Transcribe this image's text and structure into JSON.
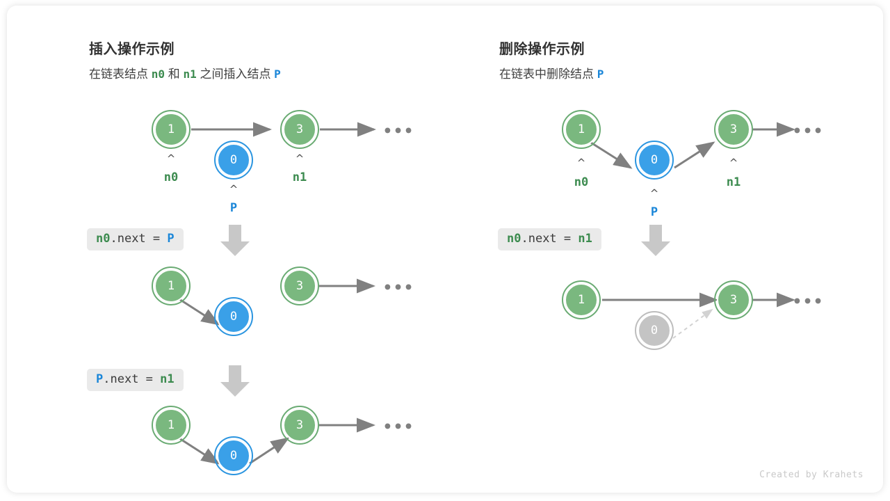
{
  "card": {
    "credit": "Created by Krahets"
  },
  "colors": {
    "green_fill": "#7ab87f",
    "green_stroke": "#6aab73",
    "green_text": "#3c8b4f",
    "blue_fill": "#3aa0e8",
    "blue_stroke": "#2b95e0",
    "blue_text": "#1a86d8",
    "gray_fill": "#c4c4c4",
    "gray_stroke": "#bdbdbd",
    "arrow": "#808080",
    "code_bg": "#eaeaea",
    "title": "#333333"
  },
  "panels": [
    {
      "id": "insert",
      "title": "插入操作示例",
      "subtitle": {
        "parts": [
          {
            "text": "在链表结点 ",
            "kind": "plain"
          },
          {
            "text": "n0",
            "kind": "green"
          },
          {
            "text": " 和 ",
            "kind": "plain"
          },
          {
            "text": "n1",
            "kind": "green"
          },
          {
            "text": " 之间插入结点 ",
            "kind": "plain"
          },
          {
            "text": "P",
            "kind": "blue"
          }
        ],
        "plain_text": "在链表结点 n0 和 n1 之间插入结点 P"
      },
      "steps": [
        {
          "code": null,
          "nodes": [
            {
              "name": "node-1",
              "value": "1",
              "color": "green",
              "label": "n0",
              "label_color": "green",
              "caret": true
            },
            {
              "name": "node-0",
              "value": "0",
              "color": "blue",
              "label": "P",
              "label_color": "blue",
              "caret": true
            },
            {
              "name": "node-3",
              "value": "3",
              "color": "green",
              "label": "n1",
              "label_color": "green",
              "caret": true
            }
          ],
          "ellipsis": "•••"
        },
        {
          "code": {
            "name": "code-n0-next-p",
            "tokens": [
              {
                "t": "n0",
                "c": "green"
              },
              {
                "t": ".next = ",
                "c": "plain"
              },
              {
                "t": "P",
                "c": "blue"
              }
            ],
            "plain_text": "n0.next = P"
          },
          "nodes": [
            {
              "name": "node-1",
              "value": "1",
              "color": "green"
            },
            {
              "name": "node-0",
              "value": "0",
              "color": "blue"
            },
            {
              "name": "node-3",
              "value": "3",
              "color": "green"
            }
          ],
          "ellipsis": "•••"
        },
        {
          "code": {
            "name": "code-p-next-n1",
            "tokens": [
              {
                "t": "P",
                "c": "blue"
              },
              {
                "t": ".next = ",
                "c": "plain"
              },
              {
                "t": "n1",
                "c": "green"
              }
            ],
            "plain_text": "P.next = n1"
          },
          "nodes": [
            {
              "name": "node-1",
              "value": "1",
              "color": "green"
            },
            {
              "name": "node-0",
              "value": "0",
              "color": "blue"
            },
            {
              "name": "node-3",
              "value": "3",
              "color": "green"
            }
          ],
          "ellipsis": "•••"
        }
      ]
    },
    {
      "id": "remove",
      "title": "删除操作示例",
      "subtitle": {
        "parts": [
          {
            "text": "在链表中删除结点 ",
            "kind": "plain"
          },
          {
            "text": "P",
            "kind": "blue"
          }
        ],
        "plain_text": "在链表中删除结点 P"
      },
      "steps": [
        {
          "code": null,
          "nodes": [
            {
              "name": "node-1",
              "value": "1",
              "color": "green",
              "label": "n0",
              "label_color": "green",
              "caret": true
            },
            {
              "name": "node-0",
              "value": "0",
              "color": "blue",
              "label": "P",
              "label_color": "blue",
              "caret": true
            },
            {
              "name": "node-3",
              "value": "3",
              "color": "green",
              "label": "n1",
              "label_color": "green",
              "caret": true
            }
          ],
          "ellipsis": "•••"
        },
        {
          "code": {
            "name": "code-n0-next-n1",
            "tokens": [
              {
                "t": "n0",
                "c": "green"
              },
              {
                "t": ".next = ",
                "c": "plain"
              },
              {
                "t": "n1",
                "c": "green"
              }
            ],
            "plain_text": "n0.next = n1"
          },
          "nodes": [
            {
              "name": "node-1",
              "value": "1",
              "color": "green"
            },
            {
              "name": "node-0-deleted",
              "value": "0",
              "color": "gray"
            },
            {
              "name": "node-3",
              "value": "3",
              "color": "green"
            }
          ],
          "ellipsis": "•••"
        }
      ]
    }
  ]
}
